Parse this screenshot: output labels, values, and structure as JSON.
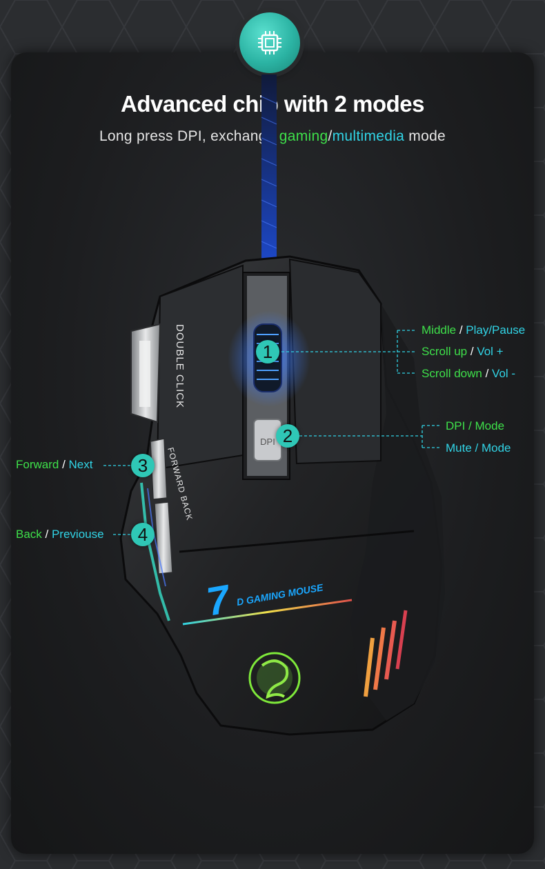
{
  "header": {
    "title": "Advanced chip with 2 modes",
    "subtitle_prefix": "Long press DPI, exchange ",
    "subtitle_gaming": "gaming",
    "subtitle_sep": "/",
    "subtitle_multimedia": "multimedia",
    "subtitle_suffix": " mode"
  },
  "mouse": {
    "side_text": "DOUBLE CLICK",
    "side_buttons_text": "FORWARD BACK",
    "dpi_key": "DPI",
    "brand_number": "7",
    "brand_text": "D GAMING MOUSE"
  },
  "callouts": {
    "c1": {
      "number": "1",
      "items": [
        {
          "green": "Middle",
          "sep": " / ",
          "cyan": "Play/Pause"
        },
        {
          "green": "Scroll up",
          "sep": " / ",
          "cyan": "Vol +"
        },
        {
          "green": "Scroll down",
          "sep": " / ",
          "cyan": "Vol -"
        }
      ]
    },
    "c2": {
      "number": "2",
      "items": [
        {
          "green": "DPI / Mode"
        },
        {
          "cyan": "Mute / Mode"
        }
      ]
    },
    "c3": {
      "number": "3",
      "green": "Forward",
      "sep": " / ",
      "cyan": "Next"
    },
    "c4": {
      "number": "4",
      "green": "Back",
      "sep": " / ",
      "cyan": "Previouse"
    }
  },
  "colors": {
    "gaming_green": "#3ee04a",
    "multimedia_cyan": "#31d4e6",
    "badge_teal": "#2fc7b6"
  },
  "icons": {
    "badge": "chip-icon",
    "emblem": "dragon-emblem-icon"
  }
}
